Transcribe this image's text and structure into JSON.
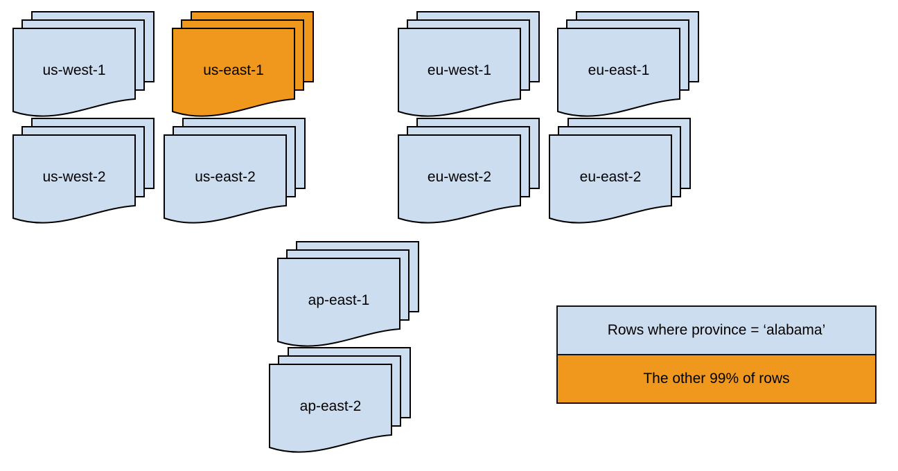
{
  "stacks": [
    {
      "label": "us-west-1"
    },
    {
      "label": "us-east-1"
    },
    {
      "label": "eu-west-1"
    },
    {
      "label": "eu-east-1"
    },
    {
      "label": "us-west-2"
    },
    {
      "label": "us-east-2"
    },
    {
      "label": "eu-west-2"
    },
    {
      "label": "eu-east-2"
    },
    {
      "label": "ap-east-1"
    },
    {
      "label": "ap-east-2"
    }
  ],
  "legend": {
    "items": [
      {
        "label": "Rows where province = ‘alabama’"
      },
      {
        "label": "The other 99% of rows"
      }
    ]
  },
  "colors": {
    "doc_blue": "#cdddf0",
    "doc_orange": "#f0981e",
    "outline": "#000000"
  }
}
